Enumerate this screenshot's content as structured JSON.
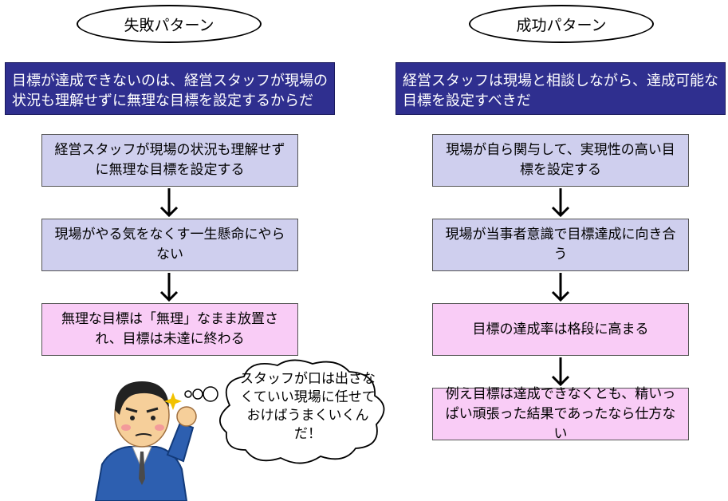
{
  "failure": {
    "title": "失敗パターン",
    "header": "目標が達成できないのは、経営スタッフが現場の状況も理解せずに無理な目標を設定するからだ",
    "steps": [
      "経営スタッフが現場の状況も理解せずに無理な目標を設定する",
      "現場がやる気をなくす一生懸命にやらない",
      "無理な目標は「無理」なまま放置され、目標は未達に終わる"
    ],
    "thought": "スタッフが口は出さなくていい現場に任せておけばうまくいくんだ！"
  },
  "success": {
    "title": "成功パターン",
    "header": "経営スタッフは現場と相談しながら、達成可能な目標を設定すべきだ",
    "steps": [
      "現場が自ら関与して、実現性の高い目標を設定する",
      "現場が当事者意識で目標達成に向き合う",
      "目標の達成率は格段に高まる",
      "例え目標は達成できなくとも、精いっぱい頑張った結果であったなら仕方ない"
    ]
  },
  "colors": {
    "header_bg": "#2f2f8f",
    "lavender_box": "#cfcfee",
    "pink_box": "#f9ccf6"
  }
}
